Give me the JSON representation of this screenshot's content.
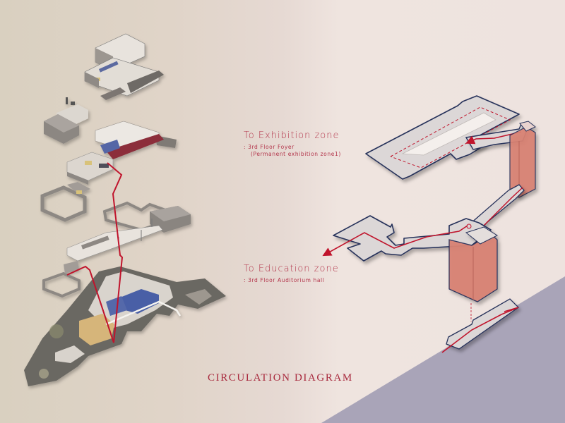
{
  "diagram": {
    "title": "CIRCULATION DIAGRAM",
    "colors": {
      "accent_red": "#b3344a",
      "path_red": "#c0142c",
      "outline_navy": "#26305a",
      "core_salmon": "#d98274",
      "slab_gray": "#dcd7d7",
      "slope_purple": "#a9a4b8"
    }
  },
  "labels": {
    "exhibition": {
      "title": "To  Exhibition  zone",
      "line1": ":  3rd  Floor  Foyer",
      "line2": "(Permanent  exhibition  zone1)"
    },
    "education": {
      "title": "To  Education  zone",
      "line1": ":  3rd  Floor  Auditorium  hall"
    }
  }
}
